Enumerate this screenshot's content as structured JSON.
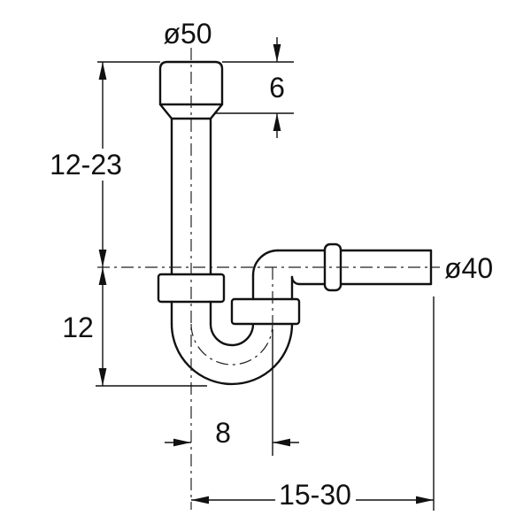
{
  "diagram": {
    "type": "technical-drawing",
    "subject": "P-trap siphon with dimension annotations",
    "line_color": "#111111",
    "background_color": "#ffffff",
    "labels": {
      "inlet_diameter": "ø50",
      "cap_height": "6",
      "inlet_pipe_length": "12-23",
      "trap_depth": "12",
      "trap_offset": "8",
      "outlet_length": "15-30",
      "outlet_diameter": "ø40"
    }
  }
}
